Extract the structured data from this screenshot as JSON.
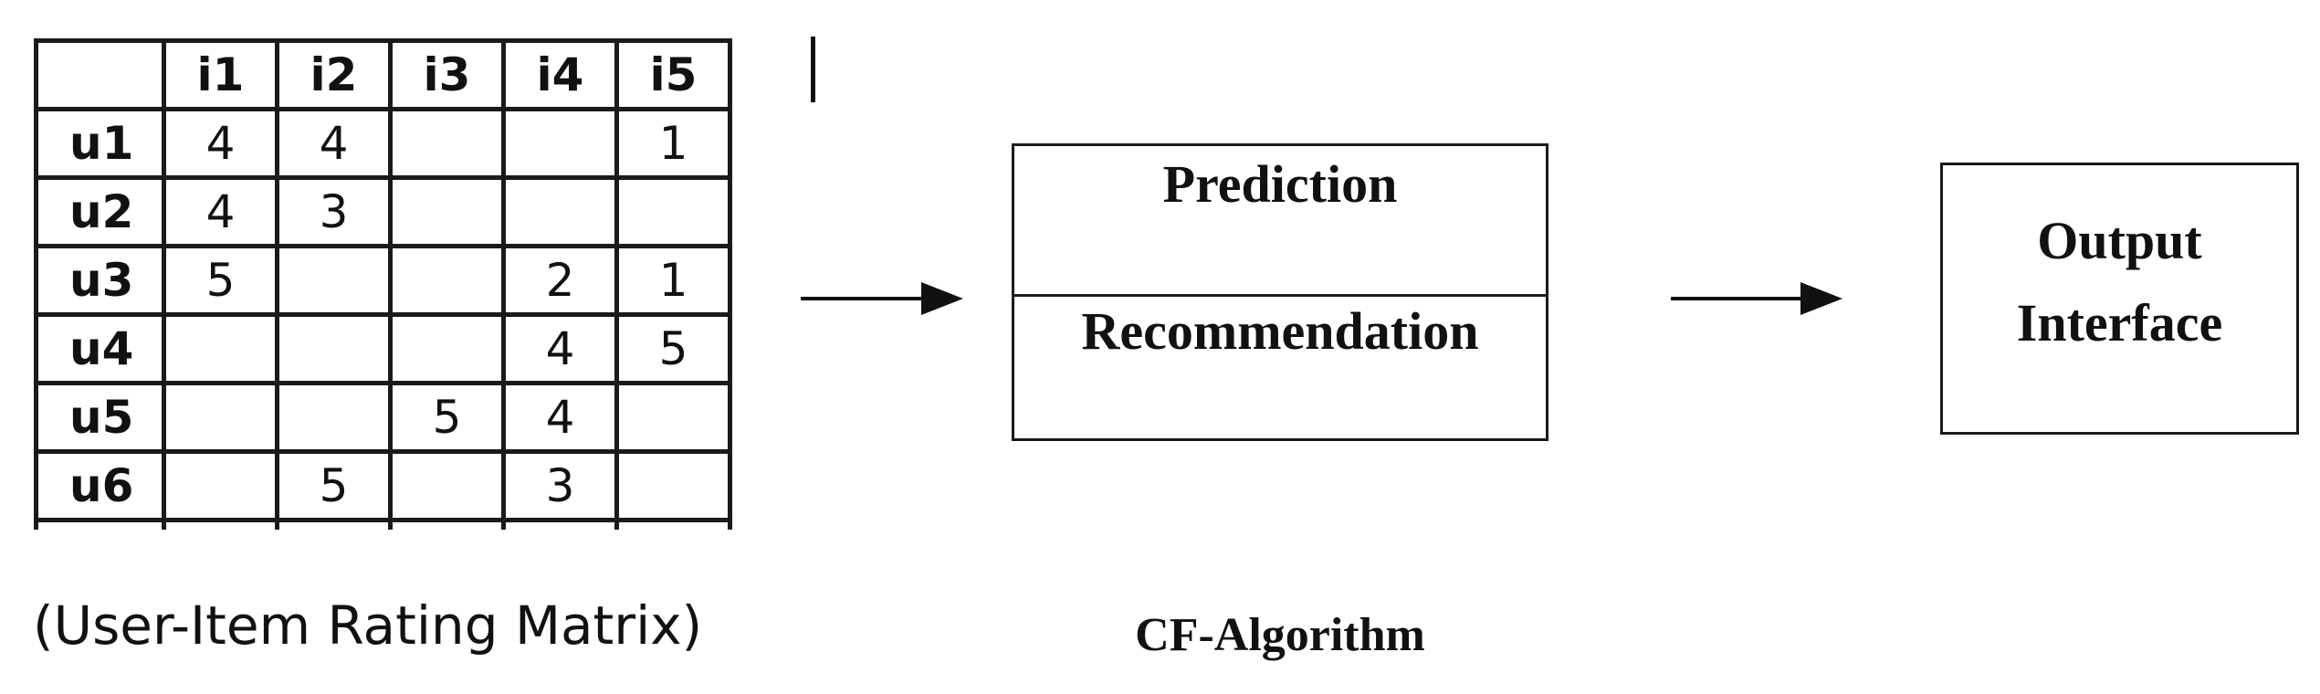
{
  "matrix": {
    "columns": [
      "i1",
      "i2",
      "i3",
      "i4",
      "i5"
    ],
    "rows": [
      {
        "user": "u1",
        "ratings": [
          "4",
          "4",
          "",
          "",
          "1"
        ]
      },
      {
        "user": "u2",
        "ratings": [
          "4",
          "3",
          "",
          "",
          ""
        ]
      },
      {
        "user": "u3",
        "ratings": [
          "5",
          "",
          "",
          "2",
          "1"
        ]
      },
      {
        "user": "u4",
        "ratings": [
          "",
          "",
          "",
          "4",
          "5"
        ]
      },
      {
        "user": "u5",
        "ratings": [
          "",
          "",
          "5",
          "4",
          ""
        ]
      },
      {
        "user": "u6",
        "ratings": [
          "",
          "5",
          "",
          "3",
          ""
        ]
      }
    ],
    "caption": "(User-Item Rating Matrix)"
  },
  "cf_algorithm": {
    "top_label": "Prediction",
    "bottom_label": "Recommendation",
    "caption": "CF-Algorithm"
  },
  "output": {
    "label": "Output Interface"
  }
}
